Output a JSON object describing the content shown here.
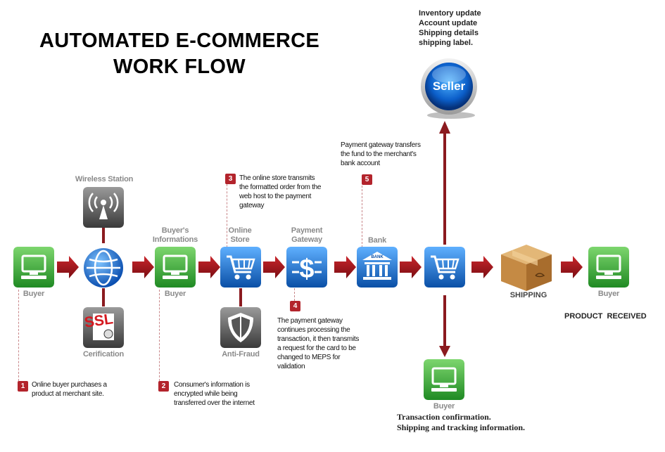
{
  "title": {
    "line1": "AUTOMATED E-COMMERCE",
    "line2": "WORK FLOW"
  },
  "nodes": {
    "buyer1": "Buyer",
    "wireless": "Wireless Station",
    "certification": "Cerification",
    "buyer_info": "Buyer's\nInformations",
    "buyer2": "Buyer",
    "online_store": "Online\nStore",
    "anti_fraud": "Anti-Fraud",
    "payment_gateway": "Payment\nGateway",
    "bank": "Bank",
    "shipping": "SHIPPING",
    "buyer_final": "Buyer",
    "buyer_bottom": "Buyer",
    "seller": "Seller"
  },
  "icon_text": {
    "ssl": "SSL",
    "bank_sign": "BANK"
  },
  "steps": [
    {
      "num": "1",
      "text": "Online buyer purchases a\nproduct at merchant site."
    },
    {
      "num": "2",
      "text": "Consumer's information is\nencrypted while being\ntransferred over the internet"
    },
    {
      "num": "3",
      "text": "The online store transmits\nthe formatted order from the\nweb host to the payment\ngateway"
    },
    {
      "num": "4",
      "text": "The payment gateway\ncontinues processing the\ntransaction, it then transmits\na request for the card to be\nchanged to MEPS for\nvalidation"
    },
    {
      "num": "5",
      "text": ""
    }
  ],
  "bank_transfer_note": "Payment gateway transfers\nthe fund to the merchant's\nbank account",
  "seller_note": "Inventory update\nAccount update\nShipping details\nshipping label.",
  "product_received": "PRODUCT  RECEIVED",
  "bottom_note": "Transaction confirmation.\nShipping and tracking information.",
  "colors": {
    "green": "#3aa13a",
    "blue": "#1a73c8",
    "gray": "#5b5b5b",
    "red_arrow": "#a8161c",
    "badge": "#b3242c"
  }
}
